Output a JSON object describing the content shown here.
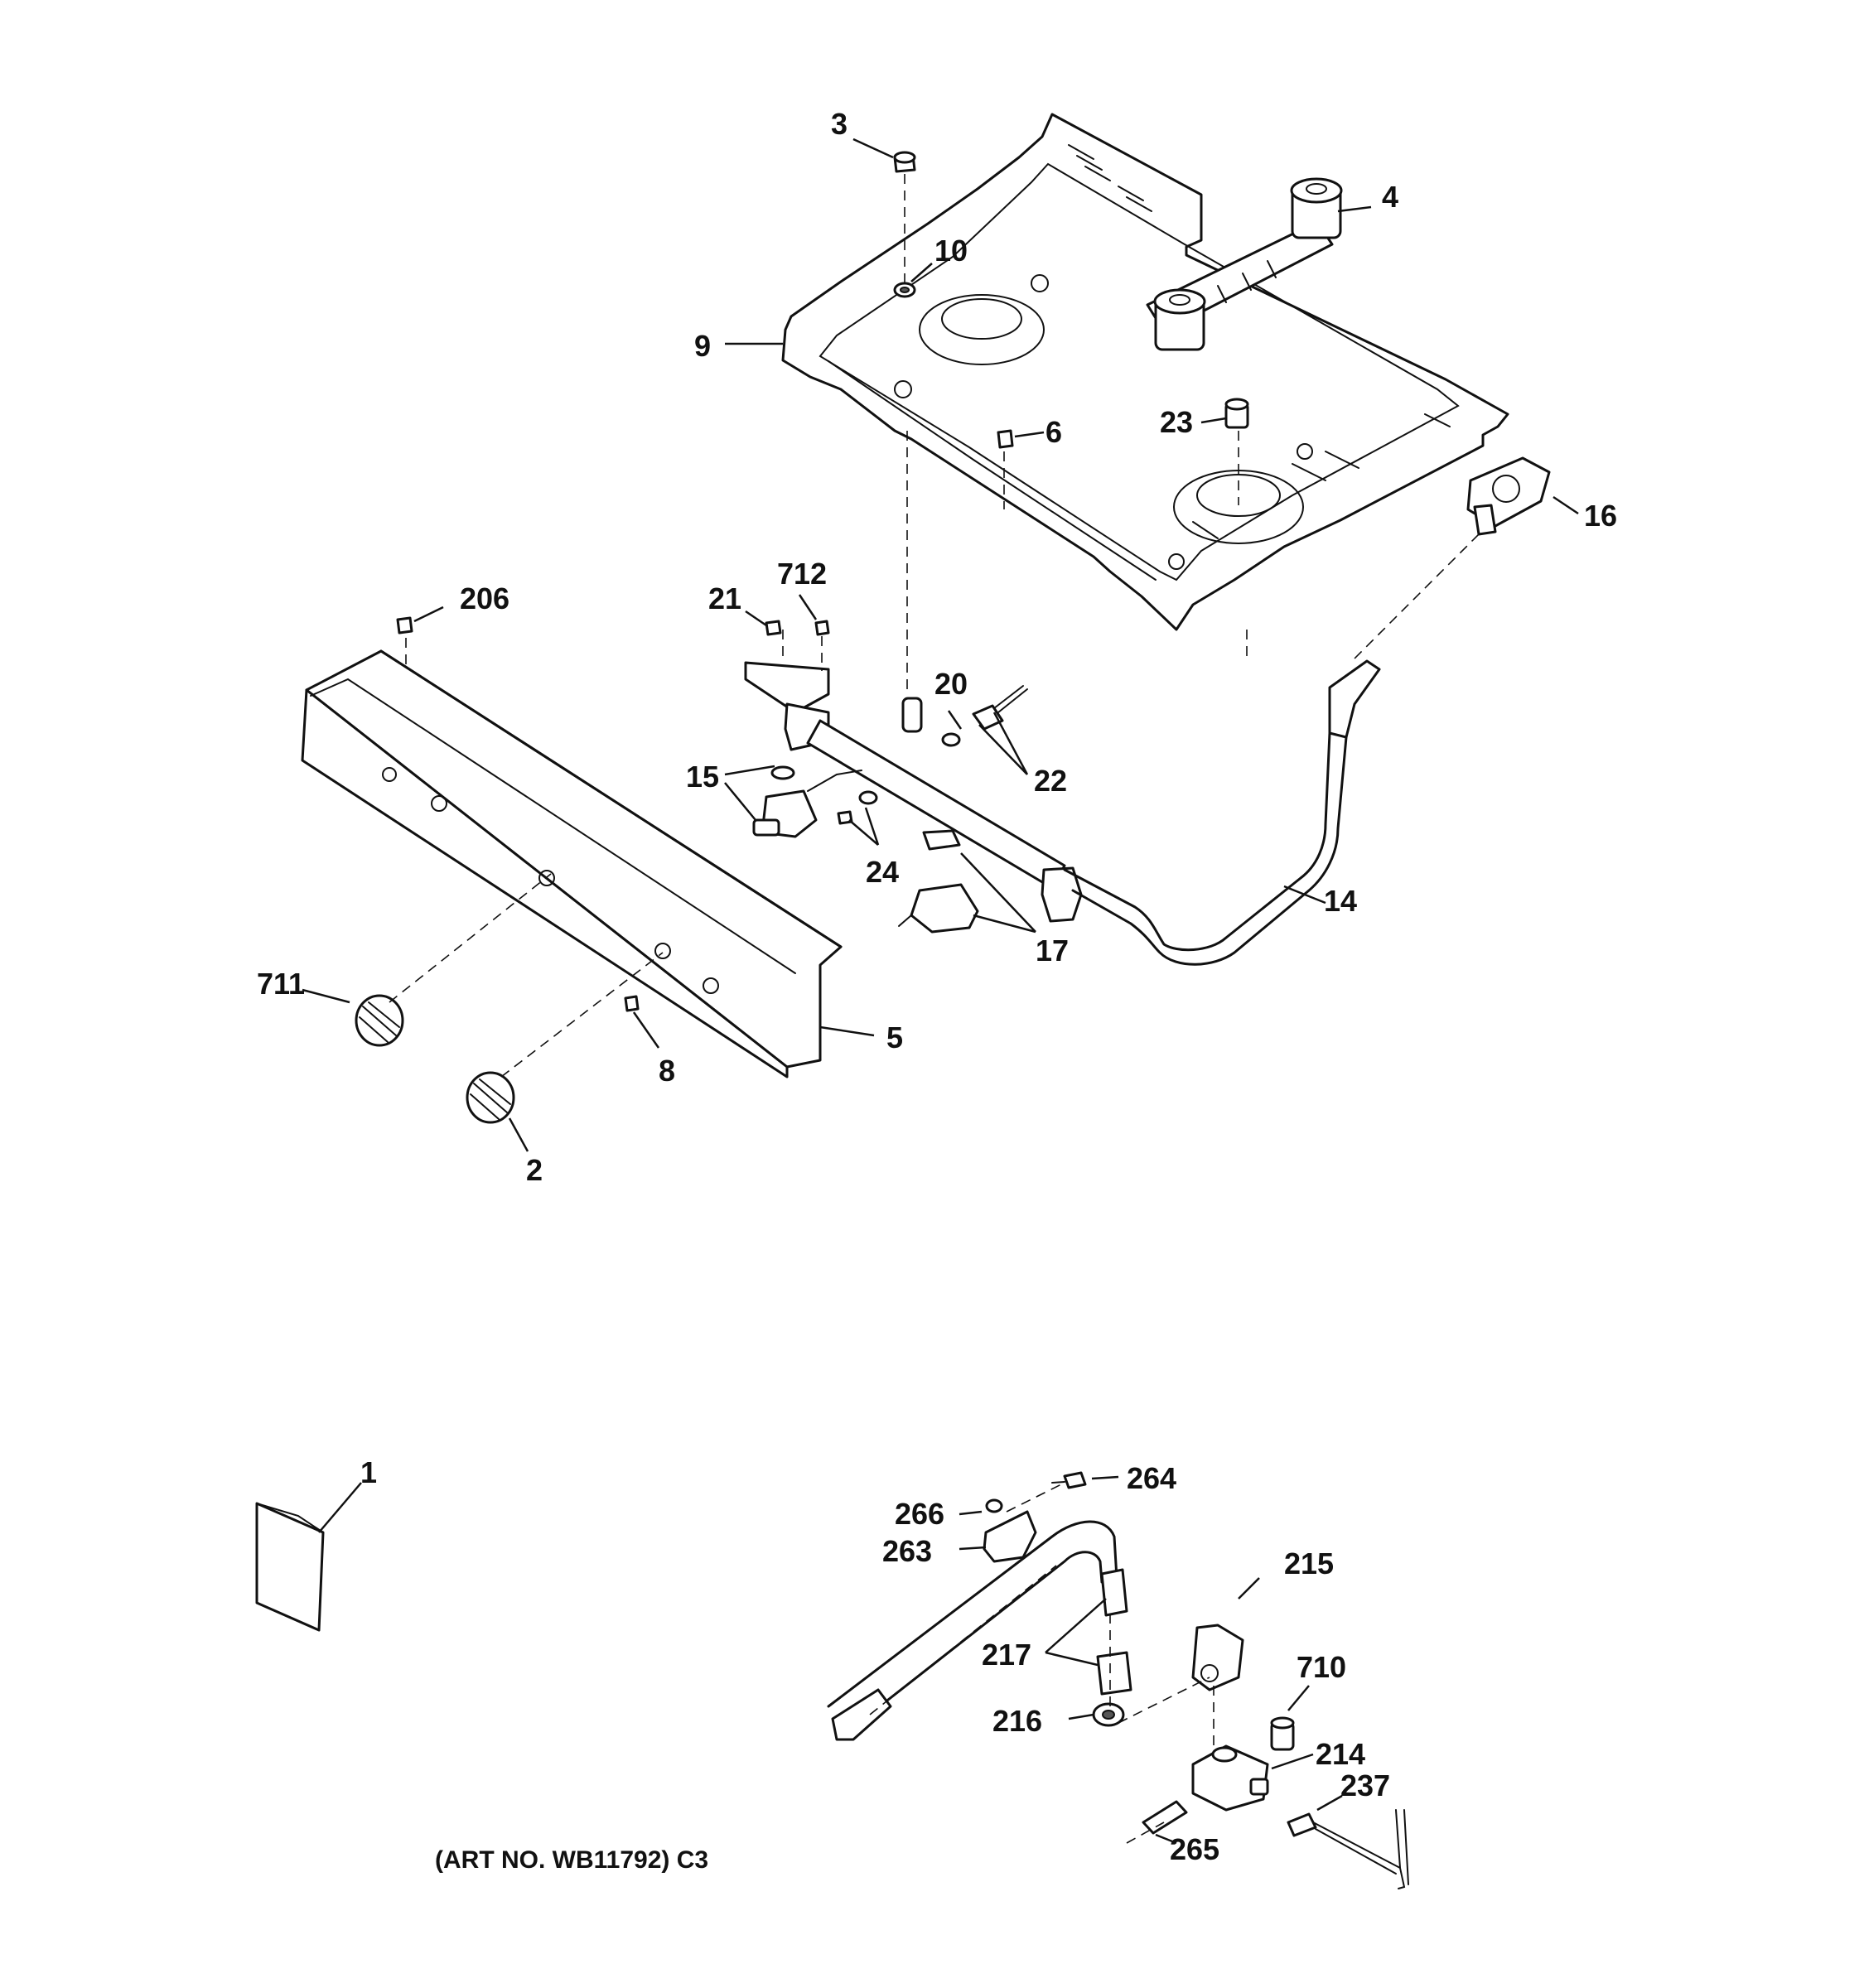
{
  "callouts": {
    "c3": "3",
    "c4": "4",
    "c10": "10",
    "c9": "9",
    "c23": "23",
    "c6": "6",
    "c16": "16",
    "c206": "206",
    "c21": "21",
    "c712": "712",
    "c20": "20",
    "c15": "15",
    "c22": "22",
    "c24": "24",
    "c14": "14",
    "c17": "17",
    "c711": "711",
    "c5": "5",
    "c8": "8",
    "c2": "2",
    "c1": "1",
    "c264": "264",
    "c266": "266",
    "c263": "263",
    "c215": "215",
    "c217": "217",
    "c710": "710",
    "c216": "216",
    "c214": "214",
    "c237": "237",
    "c265": "265"
  },
  "art_number": "(ART NO. WB11792) C3"
}
